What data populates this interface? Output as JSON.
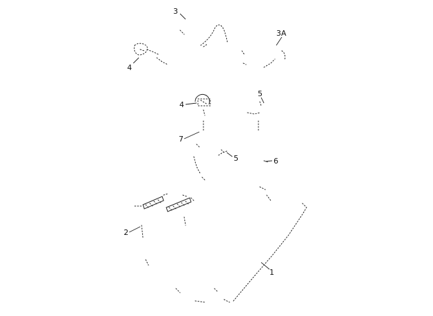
{
  "figure": {
    "callouts": [
      {
        "id": "label-3",
        "text": "3"
      },
      {
        "id": "label-3a",
        "text": "3A"
      },
      {
        "id": "label-4-top",
        "text": "4"
      },
      {
        "id": "label-4-mid",
        "text": "4"
      },
      {
        "id": "label-5-top",
        "text": "5"
      },
      {
        "id": "label-5-mid",
        "text": "5"
      },
      {
        "id": "label-6",
        "text": "6"
      },
      {
        "id": "label-7",
        "text": "7"
      },
      {
        "id": "label-2",
        "text": "2"
      },
      {
        "id": "label-1",
        "text": "1"
      }
    ]
  }
}
